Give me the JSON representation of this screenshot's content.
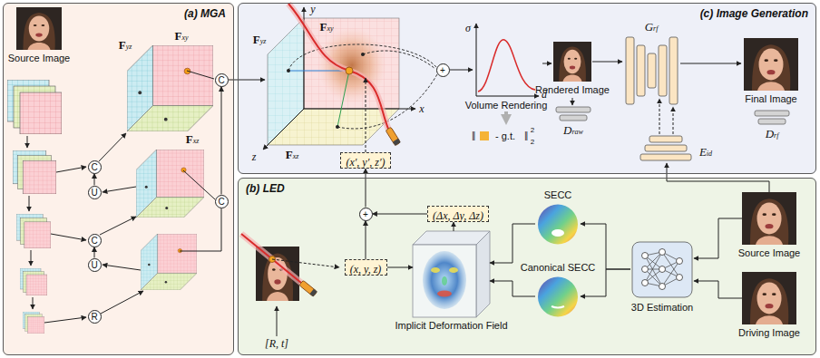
{
  "diagram": {
    "nodes": [
      {
        "text": [
          "(a) MGA"
        ]
      },
      {
        "text": [
          "Source Image"
        ],
        "in": 0
      },
      {
        "text": [
          "C"
        ],
        "in": 0
      },
      {
        "text": [
          "U"
        ],
        "in": 0
      },
      {
        "text": [
          "C"
        ],
        "in": 0
      },
      {
        "text": [
          "U"
        ],
        "in": 0
      },
      {
        "text": [
          "R"
        ],
        "in": 0
      },
      {
        "text": [
          "C"
        ],
        "in": 0
      },
      {
        "text": [
          "C"
        ],
        "in": 0
      },
      {
        "text": [
          "(c) Image Generation"
        ]
      },
      {
        "text": [
          "(x′, y′, z′)"
        ],
        "in": 9
      },
      {
        "text": [
          "+"
        ],
        "in": 9
      },
      {
        "text": [
          "Rendered Image"
        ],
        "in": 9
      },
      {
        "text": [
          "Final Image"
        ],
        "in": 9
      },
      {
        "text": [
          "(b) LED"
        ]
      },
      {
        "text": [
          "+"
        ],
        "in": 14
      },
      {
        "text": [
          "(Δx, Δy, Δz)"
        ],
        "in": 14
      },
      {
        "text": [
          "(x, y, z)"
        ],
        "in": 14
      },
      {
        "text": [
          "Implicit Deformation Field"
        ],
        "in": 14
      },
      {
        "text": [
          "SECC"
        ],
        "in": 14
      },
      {
        "text": [
          "Canonical SECC"
        ],
        "in": 14
      },
      {
        "text": [
          "3D Estimation"
        ],
        "in": 14
      },
      {
        "text": [
          "Source Image"
        ],
        "in": 14
      },
      {
        "text": [
          "Driving Image"
        ],
        "in": 14
      }
    ],
    "edges": [
      {
        "from": 23,
        "to": 21,
        "arrow": "to"
      },
      {
        "from": 22,
        "to": 21,
        "arrow": "to"
      },
      {
        "from": 21,
        "to": 19,
        "arrow": "to"
      },
      {
        "from": 21,
        "to": 20,
        "arrow": "to"
      },
      {
        "from": 19,
        "to": 18,
        "arrow": "to"
      },
      {
        "from": 20,
        "to": 18,
        "arrow": "to"
      },
      {
        "from": 17,
        "to": 18,
        "arrow": "to"
      },
      {
        "from": 18,
        "to": 16,
        "arrow": "to"
      },
      {
        "from": 16,
        "to": 15,
        "arrow": "to"
      },
      {
        "from": 17,
        "to": 15,
        "arrow": "to"
      },
      {
        "from": 15,
        "to": 10,
        "arrow": "to"
      },
      {
        "from": 3,
        "to": 2,
        "arrow": "to"
      },
      {
        "from": 5,
        "to": 4,
        "arrow": "to"
      },
      {
        "from": 8,
        "to": 7,
        "arrow": "to"
      }
    ],
    "labels": [
      "Fyz",
      "Fxy",
      "Fxz",
      "y",
      "Fxy",
      "Fyz",
      "x",
      "z",
      "Fxz",
      "σ",
      "d",
      "Volume Rendering",
      "‖",
      "- g.t.",
      "‖",
      "2",
      "2",
      "Grf",
      "Draw",
      "Eid",
      "Drf",
      "[R, t]"
    ]
  }
}
